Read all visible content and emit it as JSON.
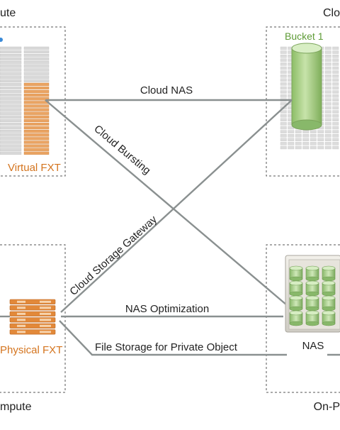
{
  "corner_labels": {
    "top_left": "ute",
    "top_right": "Clo",
    "bottom_left": "mpute",
    "bottom_right": "On-P"
  },
  "components": {
    "virtual_fxt": "Virtual FXT",
    "bucket": "Bucket 1",
    "physical_fxt": "Physical FXT",
    "nas": "NAS"
  },
  "connections": {
    "cloud_nas": "Cloud NAS",
    "cloud_bursting": "Cloud Bursting",
    "cloud_storage_gateway": "Cloud Storage Gateway",
    "nas_optimization": "NAS Optimization",
    "file_storage": "File Storage for Private Object"
  },
  "colors": {
    "fxt_orange": "#e2893a",
    "fxt_label": "#d4741e",
    "bucket_green": "#9cc877",
    "bucket_label": "#5e9b36",
    "connector": "#8a9090",
    "border": "#555555"
  }
}
